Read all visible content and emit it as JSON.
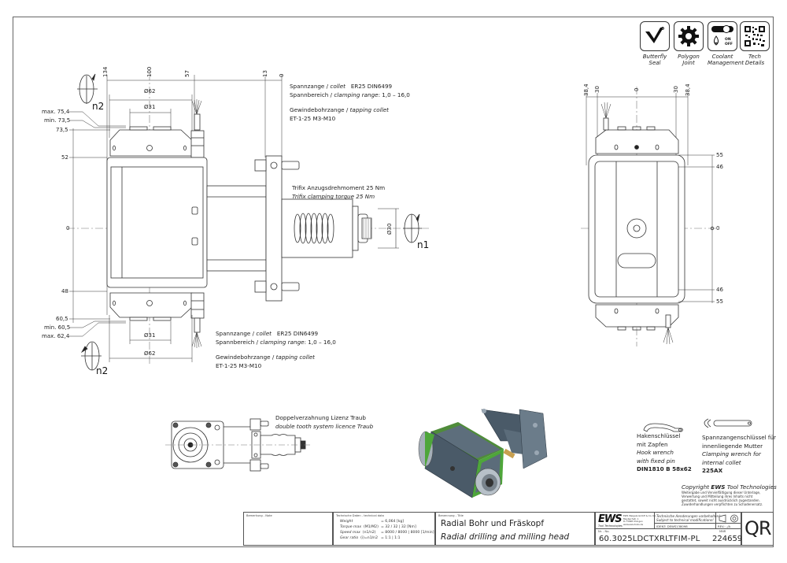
{
  "feature_icons": [
    {
      "name": "butterfly-seal",
      "label_line1": "Butterfly",
      "label_line2": "Seal"
    },
    {
      "name": "polygon-joint",
      "label_line1": "Polygon",
      "label_line2": "Joint"
    },
    {
      "name": "coolant-management",
      "label_line1": "Coolant",
      "label_line2": "Management",
      "switch_on": "ON",
      "switch_off": "OFF"
    },
    {
      "name": "tech-details",
      "label_line1": "Tech",
      "label_line2": "Details"
    }
  ],
  "front_view": {
    "top_dims": {
      "d134": "134",
      "d100": "100",
      "d57": "57",
      "d13": "13",
      "d0": "0"
    },
    "diameters": {
      "d62": "Ø62",
      "d31": "Ø31",
      "d30": "Ø30"
    },
    "left_dims": {
      "max_top": "max. 75,4",
      "min_top": "min. 73,5",
      "top": "73,5",
      "d52": "52",
      "d0": "0",
      "d48": "48",
      "bottom": "60,5",
      "min_bottom": "min. 60,5",
      "max_bottom": "max. 62,4"
    },
    "rotation_labels": {
      "n2_top": "n2",
      "n2_bottom": "n2",
      "n1": "n1"
    },
    "collet_top": {
      "line1_de": "Spannzange /",
      "line1_en": "collet",
      "line1_spec": "ER25   DIN6499",
      "line2_de": "Spannbereich /",
      "line2_en": "clamping range",
      "line2_spec": ": 1,0 – 16,0",
      "line3_de": "Gewindebohrzange /",
      "line3_en": "tapping collet",
      "line4": "ET-1-25  M3-M10"
    },
    "collet_bottom": {
      "line1_de": "Spannzange /",
      "line1_en": "collet",
      "line1_spec": "ER25   DIN6499",
      "line2_de": "Spannbereich /",
      "line2_en": "clamping range",
      "line2_spec": ": 1,0 – 16,0",
      "line3_de": "Gewindebohrzange /",
      "line3_en": "tapping collet",
      "line4": "ET-1-25  M3-M10"
    },
    "trifix": {
      "line_de": "Trifix Anzugsdrehmoment  25 Nm",
      "line_en": "Trifix clamping torque  25 Nm"
    }
  },
  "side_view": {
    "top_dims": {
      "d38_left": "38,4",
      "d30_left": "30",
      "d0": "0",
      "d30_right": "30",
      "d38_right": "38,4"
    },
    "right_dims": {
      "d55_top": "55",
      "d46_top": "46",
      "d0": "0",
      "d46_bottom": "46",
      "d55_bottom": "55"
    }
  },
  "top_view": {
    "note_de": "Doppelverzahnung Lizenz Traub",
    "note_en": "double tooth system licence Traub"
  },
  "wrenches": {
    "hook": {
      "line1": "Hakenschlüssel",
      "line2": "mit Zapfen",
      "line3": "Hook wrench",
      "line4": "with fixed pin",
      "spec": "DIN1810 B 58x62"
    },
    "clamping": {
      "line1": "Spannzangenschlüssel für",
      "line2": "innenliegende Mutter",
      "line3": "Clamping wrench for",
      "line4": "internal collet",
      "spec": "225AX"
    }
  },
  "copyright": {
    "title_prefix": "Copyright ",
    "title_brand": "EWS",
    "title_suffix": " Tool Technologies",
    "line1": "Weitergabe und Vervielfältigung dieser Unterlage,",
    "line2": "Verwertung und Mitteilung ihres Inhalts nicht",
    "line3": "gestattet, soweit nicht ausdrücklich zugestanden.",
    "line4": "Zuwiderhandlungen verpflichten zu Schadenersatz."
  },
  "title_block": {
    "remark_label": "Bemerkung - Note",
    "tech_label": "Technische Daten - technical data",
    "tech_data": [
      {
        "label": "Weight",
        "sub": "",
        "value": "=  6,064  [kg]"
      },
      {
        "label": "Torque max",
        "sub": "(M1/M2)",
        "value": "=  32 / 32 | 32 [Nm]"
      },
      {
        "label": "Speed max",
        "sub": "(n1/n2)",
        "value": "=  8000 / 8000 | 8000 [1/min]"
      },
      {
        "label": "Gear ratio",
        "sub": "(i)=n1/n2",
        "value": "=  1:1 | 1:1"
      }
    ],
    "name_label": "Benennung - Title",
    "title_de": "Radial Bohr und Fräskopf",
    "title_en": "Radial drilling and milling head",
    "company_logo": "EWS",
    "company_sub": "Tool Technologies",
    "company_addr1": "EWS Weigele GmbH & Co. KG",
    "company_addr2": "Maybachstr. 1",
    "company_addr3": "D-73098 Uhingen",
    "company_addr4": "www.ews-tools.de",
    "change_note_de": "Technische Aenderungen vorbehalten!",
    "change_note_en": "Subject to technical modifications!",
    "ident_label": "IDENT:",
    "ident_value": "DEWS138098",
    "rev_label": "REV.:",
    "rev_value": "-/A",
    "number_label": "Nr. - No.",
    "part_number": "60.3025LDCTXRLTFIM-PL",
    "mat_label": "MNR",
    "mat_number": "224659",
    "qr_label": "QR"
  }
}
